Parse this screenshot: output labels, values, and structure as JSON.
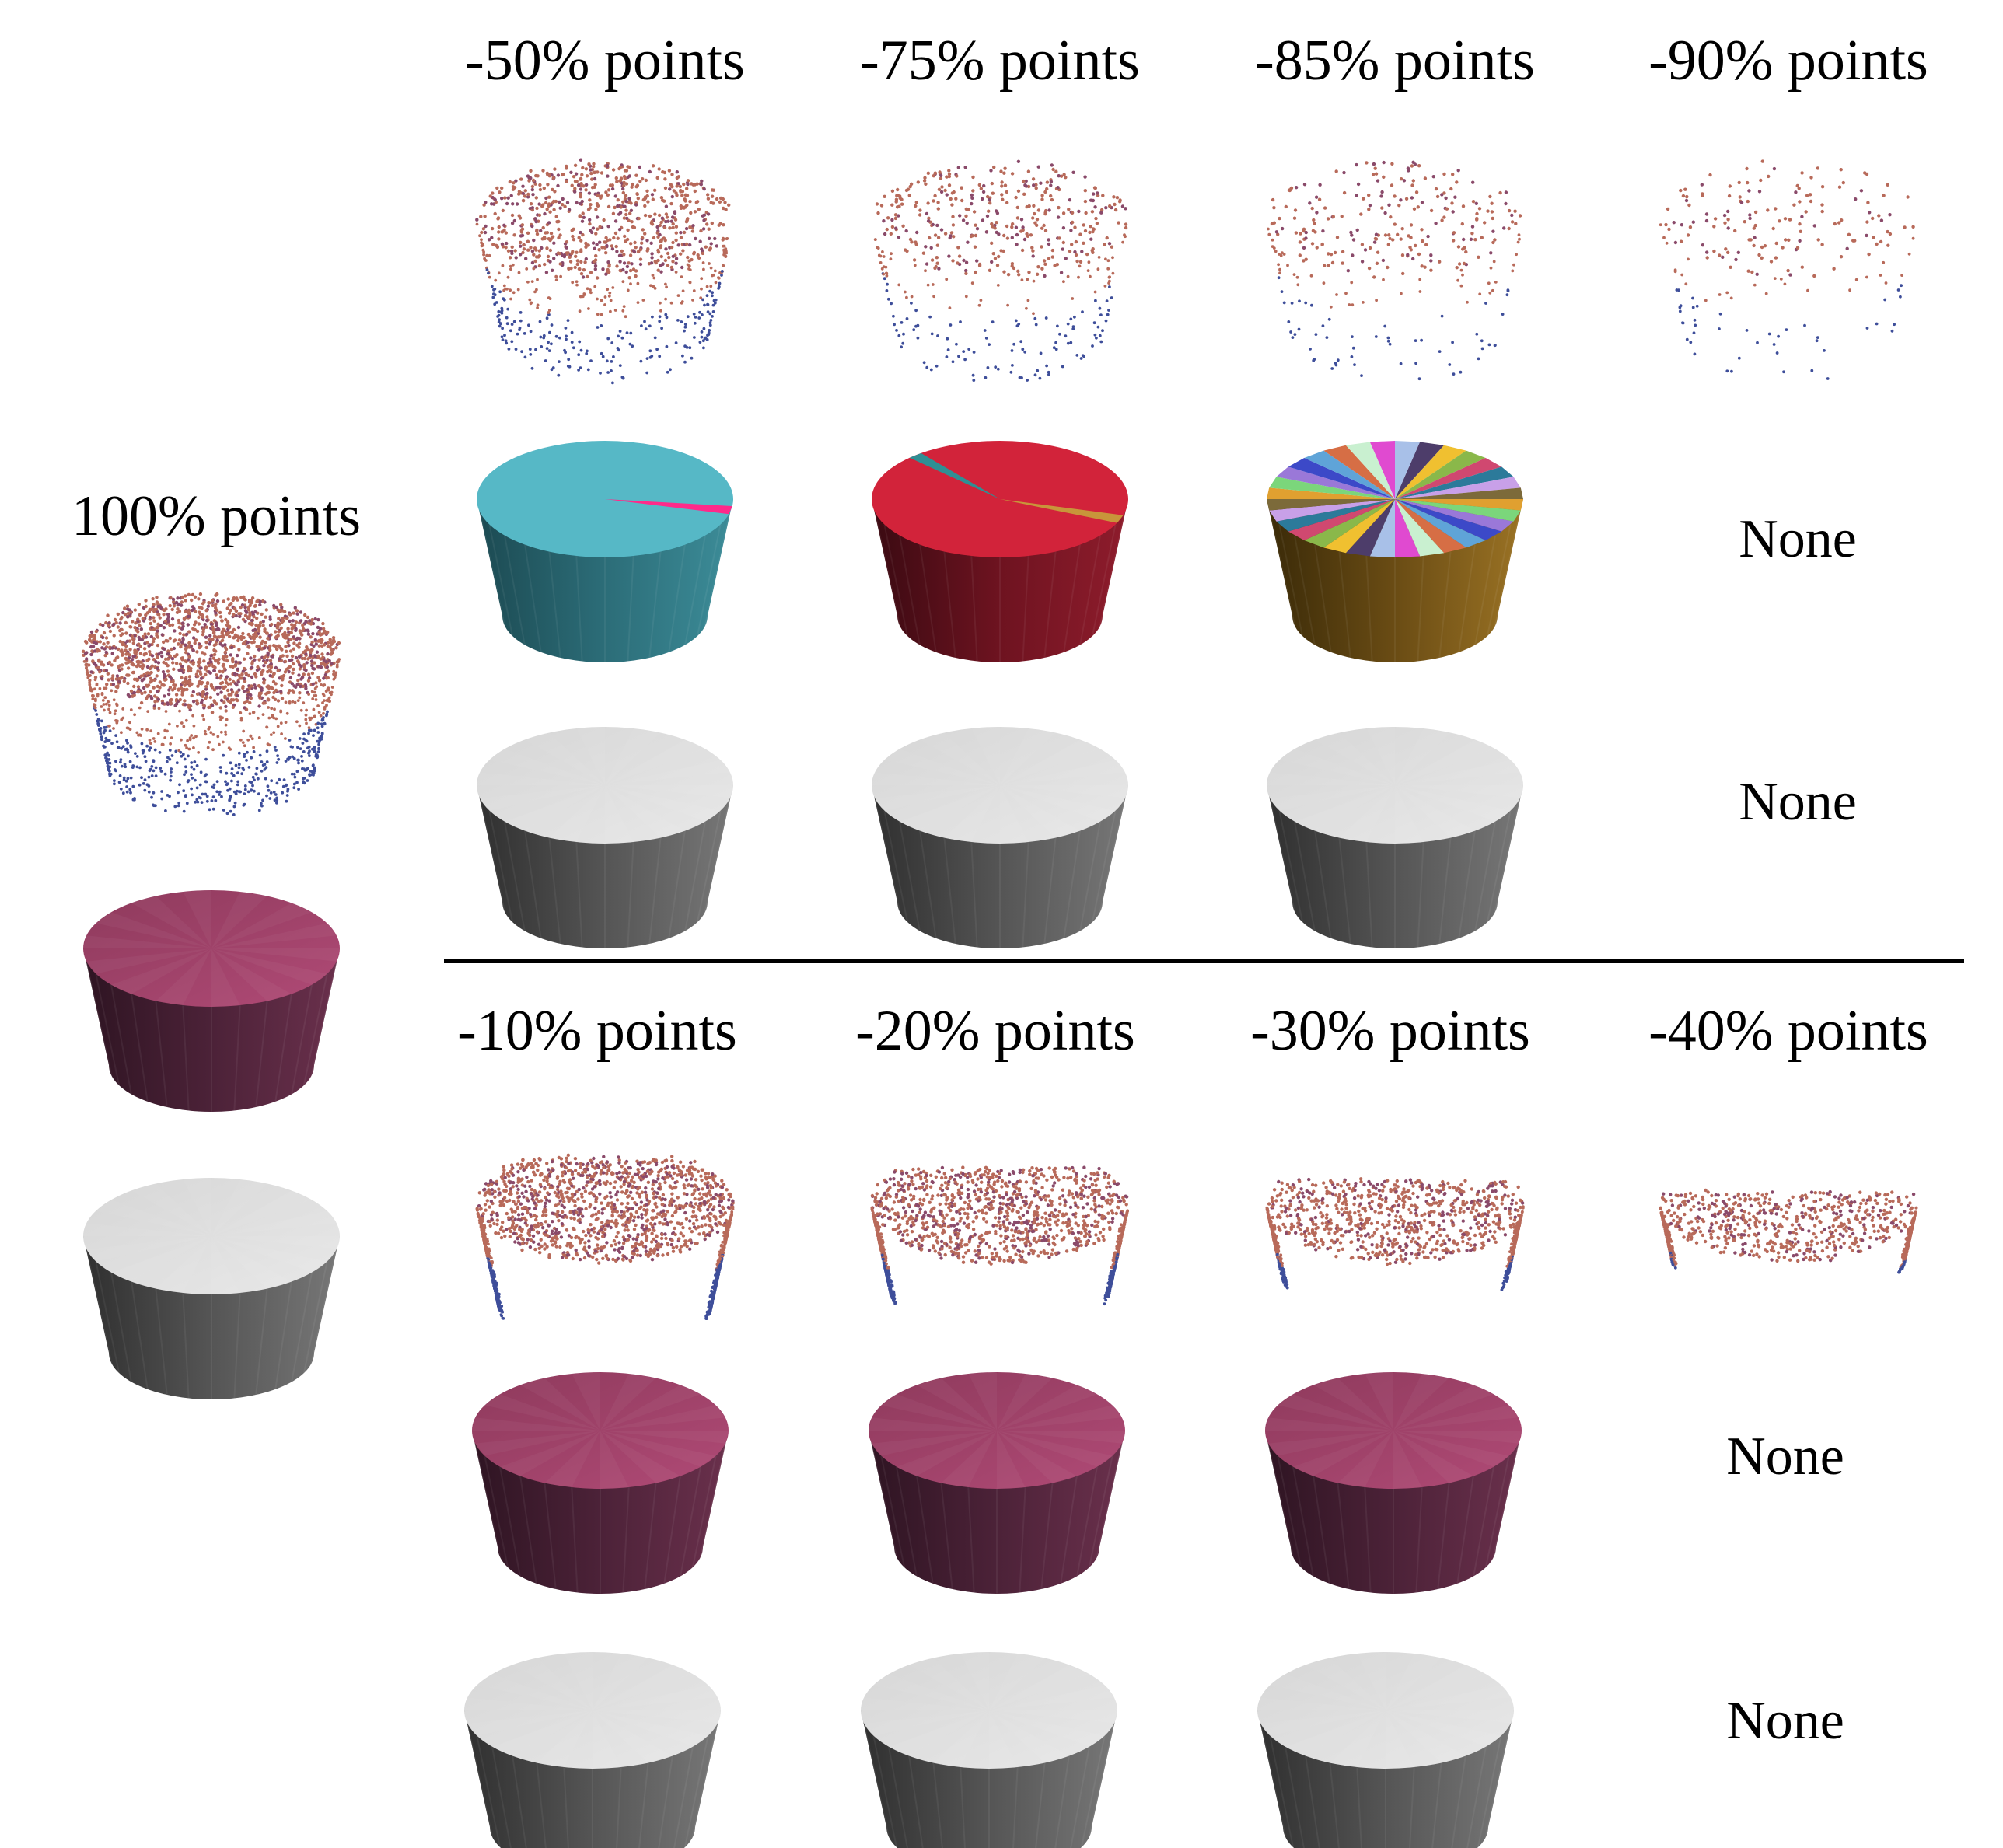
{
  "reference": {
    "label": "100% points",
    "point_density": 1.0,
    "mesh_color": "#a3456b",
    "mesh_side_color": "#4f2339",
    "gray_color": "#dcdcdc",
    "gray_side_color": "#5c5c5c"
  },
  "top_block": {
    "columns": [
      {
        "label": "-50% points",
        "density": 0.5,
        "cut": 0
      },
      {
        "label": "-75% points",
        "density": 0.25,
        "cut": 0
      },
      {
        "label": "-85% points",
        "density": 0.15,
        "cut": 0
      },
      {
        "label": "-90% points",
        "density": 0.1,
        "cut": 0
      }
    ],
    "mesh_row": [
      {
        "kind": "cyan-split"
      },
      {
        "kind": "red-split"
      },
      {
        "kind": "rainbow"
      },
      {
        "kind": "none",
        "text": "None"
      }
    ],
    "gray_row": [
      {
        "kind": "gray"
      },
      {
        "kind": "gray"
      },
      {
        "kind": "gray"
      },
      {
        "kind": "none",
        "text": "None"
      }
    ]
  },
  "bottom_block": {
    "columns": [
      {
        "label": "-10% points",
        "density": 0.9,
        "cut": 0.1
      },
      {
        "label": "-20% points",
        "density": 0.8,
        "cut": 0.2
      },
      {
        "label": "-30% points",
        "density": 0.7,
        "cut": 0.3
      },
      {
        "label": "-40% points",
        "density": 0.6,
        "cut": 0.4
      }
    ],
    "mesh_row": [
      {
        "kind": "magenta"
      },
      {
        "kind": "magenta"
      },
      {
        "kind": "magenta"
      },
      {
        "kind": "none",
        "text": "None"
      }
    ],
    "gray_row": [
      {
        "kind": "gray"
      },
      {
        "kind": "gray"
      },
      {
        "kind": "gray"
      },
      {
        "kind": "none",
        "text": "None"
      }
    ]
  },
  "palette": {
    "cyan_top": "#56b8c6",
    "cyan_side": "#2c6d78",
    "cyan_wedge": "#ff2a8a",
    "red_top": "#d2233a",
    "red_side": "#6e1320",
    "red_wedge_a": "#2f8f94",
    "red_wedge_b": "#c8953a",
    "rainbow_side": "#7a5a1a",
    "rainbow_colors": [
      "#e0a030",
      "#7bd67b",
      "#9a78d8",
      "#3c49c8",
      "#5fa4d8",
      "#d66e45",
      "#c9f0d0",
      "#e04ad0",
      "#a8c0e8",
      "#4d3d6a",
      "#f0c030",
      "#8ab84a",
      "#d04870",
      "#2c7a9a",
      "#c8a0e8",
      "#7c6a3a"
    ],
    "point_top": "#b86a5a",
    "point_side": "#3e4e9a"
  }
}
